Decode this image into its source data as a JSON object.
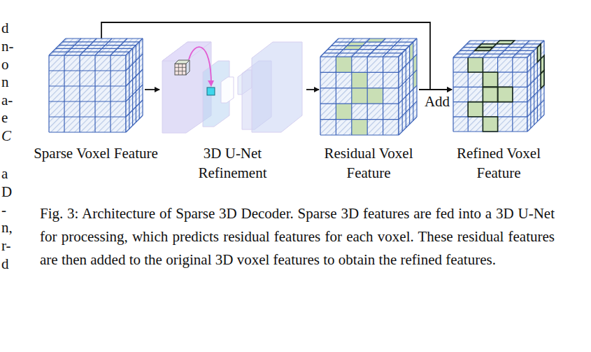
{
  "diagram": {
    "caption": "Fig. 3: Architecture of Sparse 3D Decoder. Sparse 3D features are fed into a 3D U-Net for processing, which predicts residual features for each voxel. These residual features are then added to the original 3D voxel features to obtain the refined features.",
    "nodes": [
      {
        "text": [
          "Sparse Voxel Feature"
        ]
      },
      {
        "text": [
          "3D U-Net Refinement"
        ]
      },
      {
        "text": [
          "Residual Voxel Feature"
        ]
      },
      {
        "text": [
          "Refined Voxel Feature"
        ]
      }
    ],
    "edges": [
      {
        "from": 0,
        "to": 1,
        "arrow": "to"
      },
      {
        "from": 1,
        "to": 2,
        "arrow": "to"
      },
      {
        "from": 2,
        "to": 3,
        "arrow": "to",
        "label": "Add"
      },
      {
        "from": 0,
        "to": 3,
        "arrow": "to"
      }
    ],
    "labels": [
      "d",
      "n-",
      "o",
      "n",
      "a-",
      "e",
      "C",
      "a",
      "D",
      "-",
      "n,",
      "r-",
      "d"
    ]
  }
}
